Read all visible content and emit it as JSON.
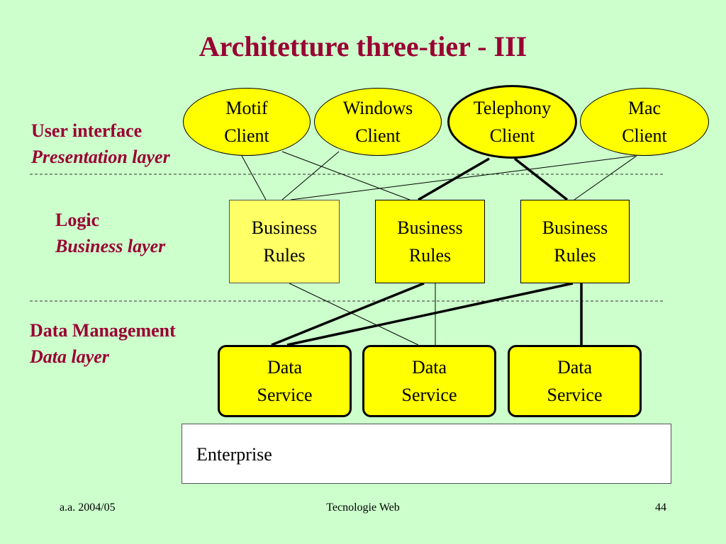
{
  "title": "Architetture three-tier - III",
  "layers": {
    "user_interface": {
      "label": "User interface",
      "sub": "Presentation layer"
    },
    "logic": {
      "label": "Logic",
      "sub": "Business layer"
    },
    "data": {
      "label": "Data Management",
      "sub": "Data layer"
    }
  },
  "clients": [
    {
      "line1": "Motif",
      "line2": "Client"
    },
    {
      "line1": "Windows",
      "line2": "Client"
    },
    {
      "line1": "Telephony",
      "line2": "Client"
    },
    {
      "line1": "Mac",
      "line2": "Client"
    }
  ],
  "business_rules": [
    {
      "line1": "Business",
      "line2": "Rules"
    },
    {
      "line1": "Business",
      "line2": "Rules"
    },
    {
      "line1": "Business",
      "line2": "Rules"
    }
  ],
  "data_services": [
    {
      "line1": "Data",
      "line2": "Service"
    },
    {
      "line1": "Data",
      "line2": "Service"
    },
    {
      "line1": "Data",
      "line2": "Service"
    }
  ],
  "enterprise": "Enterprise",
  "footer": {
    "left": "a.a. 2004/05",
    "center": "Tecnologie Web",
    "right": "44"
  },
  "colors": {
    "background": "#ccffcc",
    "title": "#990033",
    "node_fill": "#ffff00",
    "enterprise_fill": "#ffffff"
  }
}
